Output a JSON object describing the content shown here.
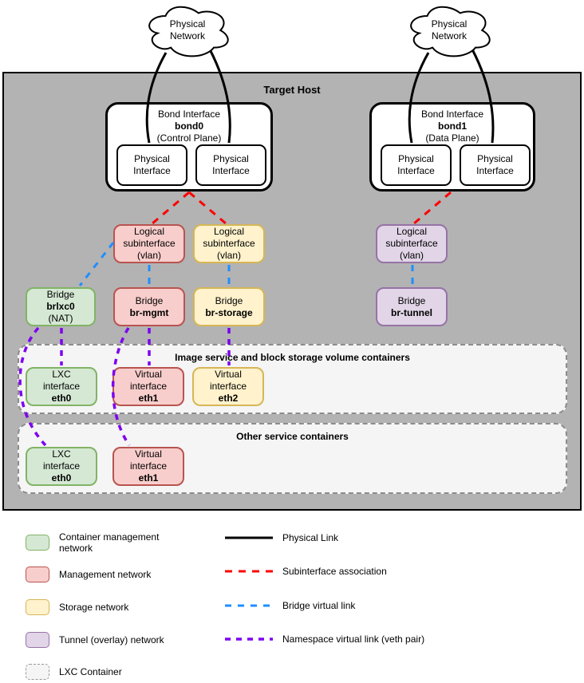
{
  "host": {
    "label": "Target Host"
  },
  "clouds": [
    {
      "lines": [
        "Physical",
        "Network"
      ]
    },
    {
      "lines": [
        "Physical",
        "Network"
      ]
    }
  ],
  "bonds": [
    {
      "title": "Bond Interface",
      "name": "bond0",
      "plane": "(Control Plane)",
      "interfaces": [
        {
          "lines": [
            "Physical",
            "Interface"
          ]
        },
        {
          "lines": [
            "Physical",
            "Interface"
          ]
        }
      ]
    },
    {
      "title": "Bond Interface",
      "name": "bond1",
      "plane": "(Data Plane)",
      "interfaces": [
        {
          "lines": [
            "Physical",
            "Interface"
          ]
        },
        {
          "lines": [
            "Physical",
            "Interface"
          ]
        }
      ]
    }
  ],
  "nodes": {
    "vlan_mgmt": {
      "lines": [
        "Logical",
        "subinterface",
        "(vlan)"
      ]
    },
    "vlan_storage": {
      "lines": [
        "Logical",
        "subinterface",
        "(vlan)"
      ]
    },
    "vlan_tunnel": {
      "lines": [
        "Logical",
        "subinterface",
        "(vlan)"
      ]
    },
    "bridge_lxc": {
      "lines": [
        "Bridge",
        "brlxc0",
        "(NAT)"
      ]
    },
    "bridge_mgmt": {
      "lines": [
        "Bridge",
        "br-mgmt"
      ]
    },
    "bridge_storage": {
      "lines": [
        "Bridge",
        "br-storage"
      ]
    },
    "bridge_tunnel": {
      "lines": [
        "Bridge",
        "br-tunnel"
      ]
    },
    "c1_eth0": {
      "lines": [
        "LXC",
        "interface",
        "eth0"
      ]
    },
    "c1_eth1": {
      "lines": [
        "Virtual",
        "interface",
        "eth1"
      ]
    },
    "c1_eth2": {
      "lines": [
        "Virtual",
        "interface",
        "eth2"
      ]
    },
    "c2_eth0": {
      "lines": [
        "LXC",
        "interface",
        "eth0"
      ]
    },
    "c2_eth1": {
      "lines": [
        "Virtual",
        "interface",
        "eth1"
      ]
    }
  },
  "containers": [
    {
      "title": "Image service and block storage volume containers"
    },
    {
      "title": "Other service containers"
    }
  ],
  "legend": {
    "swatches": [
      {
        "label": "Container management network",
        "kind": "green"
      },
      {
        "label": "Management network",
        "kind": "red"
      },
      {
        "label": "Storage network",
        "kind": "yellow"
      },
      {
        "label": "Tunnel (overlay) network",
        "kind": "purple"
      },
      {
        "label": "LXC Container",
        "kind": "lxc-dashed"
      }
    ],
    "links": [
      {
        "label": "Physical Link",
        "style": "solid",
        "color": "#000000"
      },
      {
        "label": "Subinterface association",
        "style": "dashed",
        "color": "#ff0000"
      },
      {
        "label": "Bridge virtual link",
        "style": "dashed",
        "color": "#1e8fff"
      },
      {
        "label": "Namespace virtual link (veth pair)",
        "style": "dashed",
        "color": "#7d00f0"
      }
    ]
  },
  "colors": {
    "green-fill": "#d5e8d4",
    "green-stroke": "#82b366",
    "red-fill": "#f8cecc",
    "red-stroke": "#b85450",
    "yellow-fill": "#fff2cc",
    "yellow-stroke": "#d6b656",
    "purple-fill": "#e1d5e7",
    "purple-stroke": "#9673a6",
    "host-bg": "#b3b3b3",
    "container-bg": "#f5f5f5",
    "container-border": "#8c8c8c",
    "line-black": "#000000",
    "line-red": "#ff0000",
    "line-blue": "#1e8fff",
    "line-purple": "#7d00f0"
  }
}
